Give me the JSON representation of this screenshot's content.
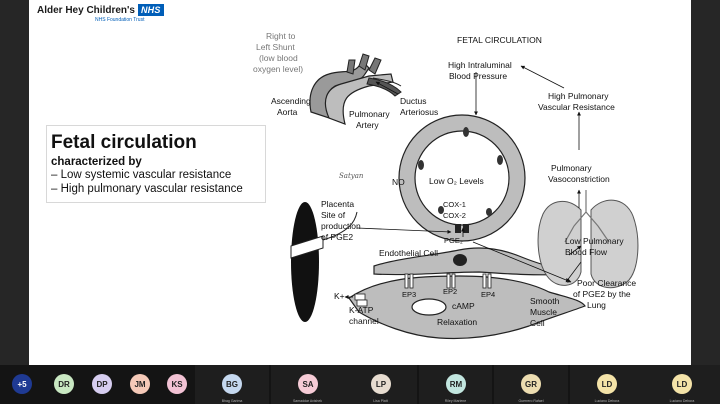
{
  "logo": {
    "org_name": "Alder Hey Children's",
    "nhs": "NHS",
    "trust": "NHS Foundation Trust"
  },
  "textbox": {
    "heading": "Fetal circulation",
    "subheading": "characterized by",
    "lines": [
      "– Low systemic vascular resistance",
      "– High pulmonary vascular resistance"
    ]
  },
  "diagram": {
    "title": "FETAL CIRCULATION",
    "shunt": [
      "Right to",
      "Left Shunt",
      "(low blood",
      "oxygen level)"
    ],
    "ascending_aorta": [
      "Ascending",
      "Aorta"
    ],
    "pulmonary_artery": [
      "Pulmonary",
      "Artery"
    ],
    "ductus": [
      "Ductus",
      "Arteriosus"
    ],
    "high_pressure": [
      "High Intraluminal",
      "Blood Pressure"
    ],
    "high_pvr": [
      "High Pulmonary",
      "Vascular Resistance"
    ],
    "vasoconstriction": [
      "Pulmonary",
      "Vasoconstriction"
    ],
    "no": "NO",
    "low_o2": "Low O₂ Levels",
    "signature": "Satyan",
    "cox1": "COX-1",
    "cox2": "COX-2",
    "pge2": "PGE₂",
    "placenta": [
      "Placenta",
      "Site of",
      "production",
      "of PGE2"
    ],
    "endothelial": "Endothelial Cell",
    "low_flow": [
      "Low Pulmonary",
      "Blood Flow"
    ],
    "poor_clearance": [
      "Poor Clearance",
      "of PGE2 by the",
      "Lung"
    ],
    "k": "K+",
    "ep3": "EP3",
    "ep2": "EP2",
    "ep4": "EP4",
    "camp": "cAMP",
    "katp": [
      "K-ATP",
      "channel"
    ],
    "relaxation": "Relaxation",
    "smooth": [
      "Smooth",
      "Muscle",
      "Cell"
    ]
  },
  "participants": [
    {
      "initials": "+5",
      "name": "",
      "color": "#1f3a93"
    },
    {
      "initials": "DR",
      "name": "",
      "color": "#c9e8c2"
    },
    {
      "initials": "DP",
      "name": "",
      "color": "#d6cdf0"
    },
    {
      "initials": "JM",
      "name": "",
      "color": "#f5c9b8"
    },
    {
      "initials": "KS",
      "name": "",
      "color": "#f2c2d4"
    },
    {
      "initials": "BG",
      "name": "Bhag Garima",
      "color": "#c5d8ef"
    },
    {
      "initials": "SA",
      "name": "Samaddar Avishek",
      "color": "#f6cbd6"
    },
    {
      "initials": "LP",
      "name": "Lisa Platt",
      "color": "#e7dcd0"
    },
    {
      "initials": "RM",
      "name": "Riley Marlene",
      "color": "#c2e6df"
    },
    {
      "initials": "GR",
      "name": "Guerrero Rafael",
      "color": "#ecdcb0"
    },
    {
      "initials": "LD",
      "name": "Luciano Debora",
      "color": "#f4e3a8"
    },
    {
      "initials": "LD",
      "name": "Luciano Debora",
      "color": "#f4e3a8"
    }
  ]
}
